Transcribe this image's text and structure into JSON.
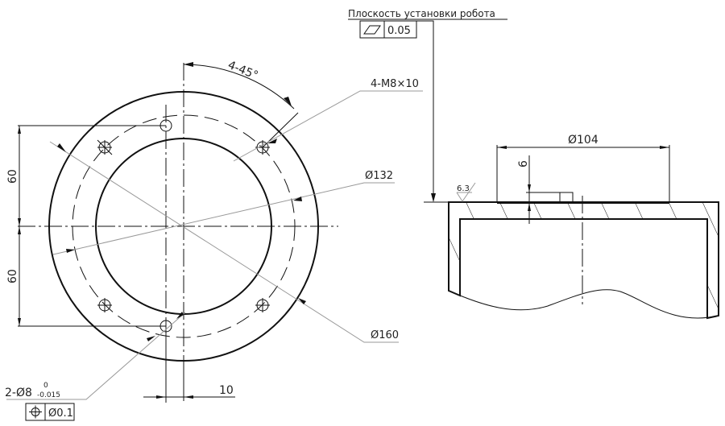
{
  "title_note": "Плоскость установки робота",
  "flatness_frame": {
    "symbol": "flatness-icon",
    "value": "0.05"
  },
  "front_view": {
    "angle_label": "4-45°",
    "thread_label": "4-M8×10",
    "pcd_label": "Ø132",
    "outer_diameter_label": "Ø160",
    "vertical_dims": [
      "60",
      "60"
    ],
    "pin_offset_label": "10",
    "pin_hole_label_main": "2-Ø8",
    "pin_hole_tol_upper": "0",
    "pin_hole_tol_lower": "-0.015",
    "position_frame": {
      "symbol": "position-icon",
      "value": "Ø0.1"
    }
  },
  "section_view": {
    "diameter_label": "Ø104",
    "depth_label": "6",
    "roughness_label": "6.3"
  }
}
